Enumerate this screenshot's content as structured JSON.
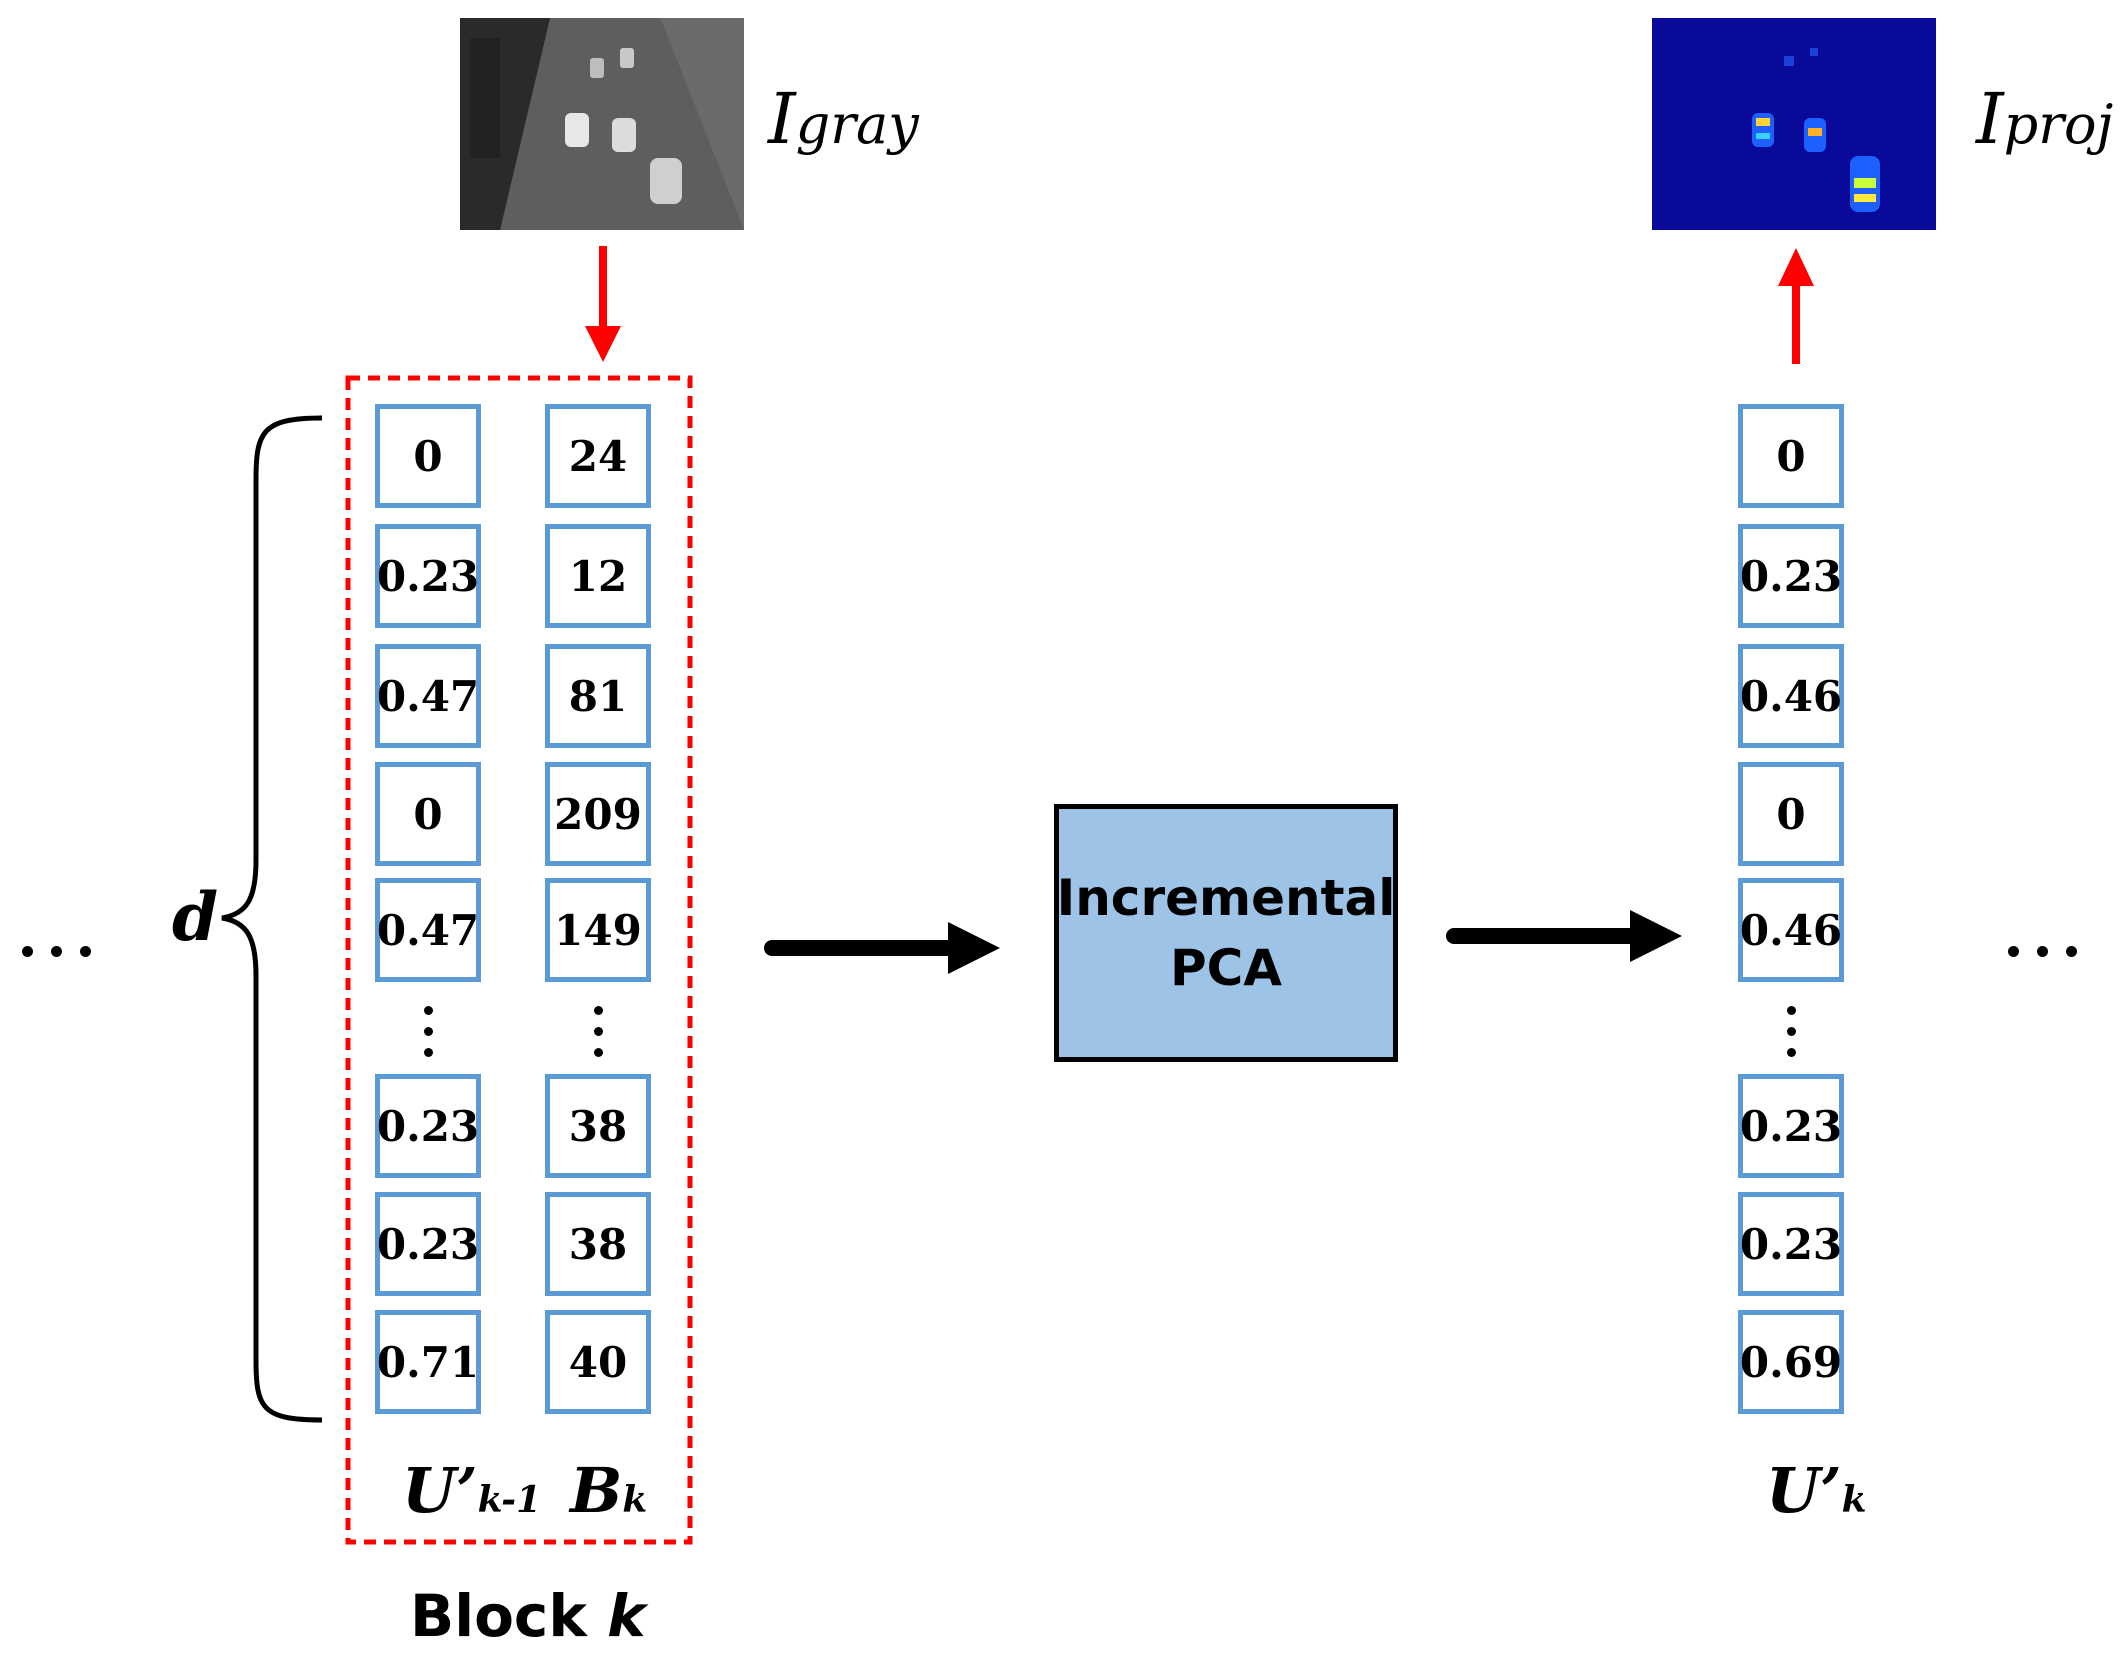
{
  "images": {
    "gray": {
      "label_main": "I",
      "label_sub": "gray",
      "fill": "#4a4a4a"
    },
    "proj": {
      "label_main": "I",
      "label_sub": "proj",
      "fill": "#0a0a9a"
    }
  },
  "left_column": {
    "values": [
      "0",
      "0.23",
      "0.47",
      "0",
      "0.47",
      "0.23",
      "0.23",
      "0.71"
    ],
    "label_main": "U’",
    "label_sub": "k-1"
  },
  "middle_column": {
    "values": [
      "24",
      "12",
      "81",
      "209",
      "149",
      "38",
      "38",
      "40"
    ],
    "label_main": "B",
    "label_sub": "k"
  },
  "right_column": {
    "values": [
      "0",
      "0.23",
      "0.46",
      "0",
      "0.46",
      "0.23",
      "0.23",
      "0.69"
    ],
    "label_main": "U’",
    "label_sub": "k"
  },
  "dimension_label": "d",
  "block_label": {
    "prefix": "Block ",
    "var": "k"
  },
  "process_box": {
    "line1": "Incremental",
    "line2": "PCA"
  },
  "colors": {
    "cell_border": "#5b9bd5",
    "block_border": "#ff0000",
    "red_arrow": "#ff0000",
    "process_fill": "#9dc3e6",
    "black_arrow": "#000000"
  }
}
